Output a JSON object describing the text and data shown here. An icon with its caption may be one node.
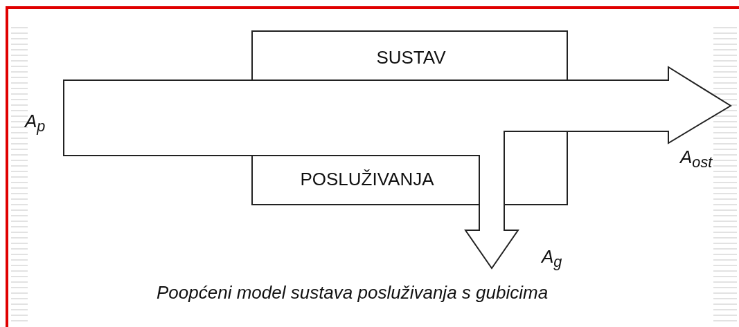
{
  "diagram": {
    "caption": "Poopćeni model sustava posluživanja s gubicima",
    "nodes": [
      {
        "text": [
          "SUSTAV",
          "POSLUŽIVANJA"
        ]
      },
      {
        "text": [
          "A$_{p}$"
        ]
      },
      {
        "text": [
          "A$_{ost}$"
        ]
      },
      {
        "text": [
          "A$_{g}$"
        ]
      }
    ],
    "edges": [
      {
        "from": 1,
        "to": 2,
        "arrow": "to"
      },
      {
        "from": 1,
        "to": 3,
        "arrow": "to"
      }
    ]
  }
}
